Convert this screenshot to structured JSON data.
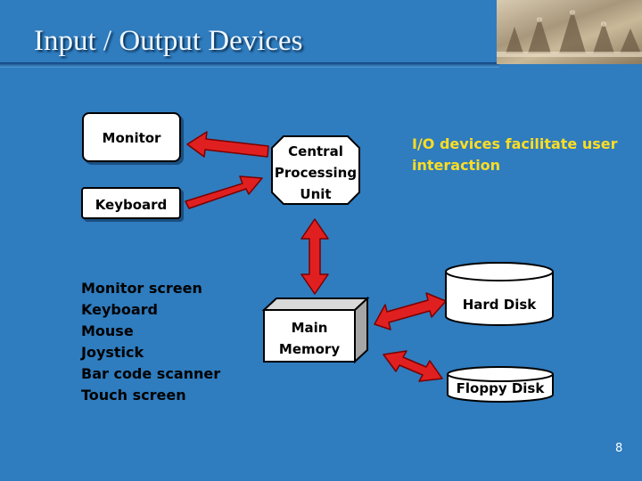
{
  "slide": {
    "title": "Input / Output Devices",
    "page_number": "8"
  },
  "diagram": {
    "monitor": "Monitor",
    "keyboard": "Keyboard",
    "cpu_lines": [
      "Central",
      "Processing",
      "Unit"
    ],
    "memory_lines": [
      "Main",
      "Memory"
    ],
    "hard_disk": "Hard Disk",
    "floppy_disk": "Floppy Disk"
  },
  "device_list": [
    "Monitor screen",
    "Keyboard",
    "Mouse",
    "Joystick",
    "Bar code scanner",
    "Touch screen"
  ],
  "note": "I/O devices facilitate user interaction",
  "colors": {
    "background": "#2f7cbe",
    "arrow": "#e02020",
    "note_text": "#ffdd22",
    "title_text": "#eef7ff"
  }
}
